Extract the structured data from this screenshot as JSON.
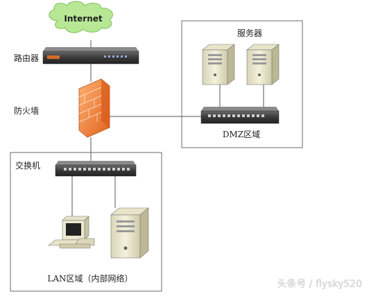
{
  "internet_label": "Internet",
  "router_label": "路由器",
  "firewall_label": "防火墙",
  "server_group_label": "服务器",
  "dmz_label": "DMZ区域",
  "switch_label": "交换机",
  "lan_label": "LAN区域（内部网络）",
  "watermark": "头条号 / flysky520",
  "colors": {
    "cloud": "#b8e896",
    "device_dark": "#3c3c3c",
    "firewall": "#f28a3c",
    "line": "#555555",
    "box_border": "#6a6a6a"
  }
}
